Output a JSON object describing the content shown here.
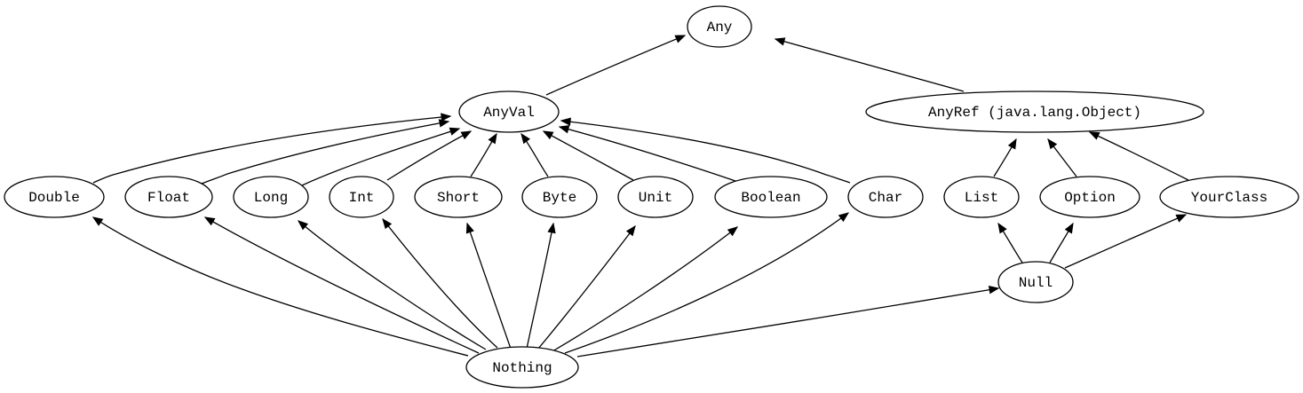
{
  "diagram": {
    "type": "directed-graph",
    "nodes": [
      {
        "id": "any",
        "label": "Any"
      },
      {
        "id": "anyval",
        "label": "AnyVal"
      },
      {
        "id": "anyref",
        "label": "AnyRef (java.lang.Object)"
      },
      {
        "id": "double",
        "label": "Double"
      },
      {
        "id": "float",
        "label": "Float"
      },
      {
        "id": "long",
        "label": "Long"
      },
      {
        "id": "int",
        "label": "Int"
      },
      {
        "id": "short",
        "label": "Short"
      },
      {
        "id": "byte",
        "label": "Byte"
      },
      {
        "id": "unit",
        "label": "Unit"
      },
      {
        "id": "boolean",
        "label": "Boolean"
      },
      {
        "id": "char",
        "label": "Char"
      },
      {
        "id": "list",
        "label": "List"
      },
      {
        "id": "option",
        "label": "Option"
      },
      {
        "id": "yourclass",
        "label": "YourClass"
      },
      {
        "id": "null",
        "label": "Null"
      },
      {
        "id": "nothing",
        "label": "Nothing"
      }
    ],
    "edges": [
      {
        "from": "anyval",
        "to": "any"
      },
      {
        "from": "anyref",
        "to": "any"
      },
      {
        "from": "double",
        "to": "anyval"
      },
      {
        "from": "float",
        "to": "anyval"
      },
      {
        "from": "long",
        "to": "anyval"
      },
      {
        "from": "int",
        "to": "anyval"
      },
      {
        "from": "short",
        "to": "anyval"
      },
      {
        "from": "byte",
        "to": "anyval"
      },
      {
        "from": "unit",
        "to": "anyval"
      },
      {
        "from": "boolean",
        "to": "anyval"
      },
      {
        "from": "char",
        "to": "anyval"
      },
      {
        "from": "list",
        "to": "anyref"
      },
      {
        "from": "option",
        "to": "anyref"
      },
      {
        "from": "yourclass",
        "to": "anyref"
      },
      {
        "from": "null",
        "to": "list"
      },
      {
        "from": "null",
        "to": "option"
      },
      {
        "from": "null",
        "to": "yourclass"
      },
      {
        "from": "nothing",
        "to": "double"
      },
      {
        "from": "nothing",
        "to": "float"
      },
      {
        "from": "nothing",
        "to": "long"
      },
      {
        "from": "nothing",
        "to": "int"
      },
      {
        "from": "nothing",
        "to": "short"
      },
      {
        "from": "nothing",
        "to": "byte"
      },
      {
        "from": "nothing",
        "to": "unit"
      },
      {
        "from": "nothing",
        "to": "boolean"
      },
      {
        "from": "nothing",
        "to": "char"
      },
      {
        "from": "nothing",
        "to": "null"
      }
    ]
  }
}
